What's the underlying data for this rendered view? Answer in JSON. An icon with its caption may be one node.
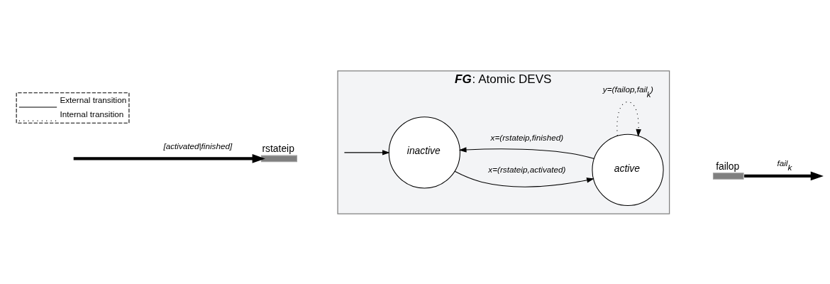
{
  "diagram": {
    "nodes": [
      {
        "text": [
          "**FG**: Atomic DEVS"
        ]
      },
      {
        "text": [
          "inactive"
        ],
        "in": 0
      },
      {
        "text": [
          "active"
        ],
        "in": 0
      },
      {
        "text": [
          "rstateip"
        ]
      },
      {
        "text": [
          "failop"
        ]
      }
    ],
    "edges": [
      {
        "from": null,
        "to": 3,
        "arrow": "to",
        "label": "[activated|finished]",
        "style": "thick"
      },
      {
        "from": null,
        "to": 1,
        "arrow": "to"
      },
      {
        "from": 2,
        "to": 1,
        "arrow": "to",
        "label": "x=(rstateip,finished)"
      },
      {
        "from": 1,
        "to": 2,
        "arrow": "to",
        "label": "x=(rstateip,activated)"
      },
      {
        "from": 2,
        "to": 2,
        "arrow": "to",
        "label": "y=(failop,fail$_{k}$)",
        "style": "dashed"
      },
      {
        "from": 4,
        "to": null,
        "arrow": "to",
        "label": "fail$_{k}$",
        "style": "thick"
      }
    ],
    "legend": [
      {
        "text": "External transition"
      },
      {
        "text": "Internal transition"
      }
    ]
  }
}
